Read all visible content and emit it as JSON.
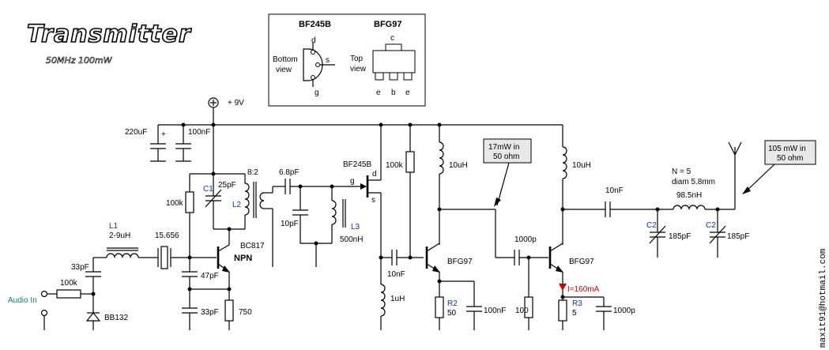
{
  "title": "Transmitter",
  "subtitle": "50MHz 100mW",
  "email": "maxit91@hotmail.com",
  "supply": "+ 9V",
  "pinout": {
    "bf245b": {
      "name": "BF245B",
      "pins": [
        "d",
        "s",
        "g"
      ],
      "view": [
        "Bottom",
        "view"
      ]
    },
    "bfg97": {
      "name": "BFG97",
      "pins": [
        "c",
        "e",
        "b",
        "e"
      ],
      "view": [
        "Top",
        "view"
      ]
    }
  },
  "components": {
    "c_220u": "220uF",
    "c_220u_plus": "+",
    "c_100n_top": "100nF",
    "r_100k_bias": "100k",
    "c1_label": "C1",
    "c1_value": "25pF",
    "l2_label": "L2",
    "transformer_ratio": "8:2",
    "c_6p8": "6.8pF",
    "c_10p": "10pF",
    "l3_label": "L3",
    "l3_value": "500nH",
    "fet_label": "BF245B",
    "fet_g": "g",
    "fet_d": "d",
    "fet_s": "s",
    "r_100k_mid": "100k",
    "l_10u_a": "10uH",
    "l_10u_b": "10uH",
    "c_10n_a": "10nF",
    "l_1u": "1uH",
    "q1_label": "BFG97",
    "q2_label": "BFG97",
    "r2_label": "R2",
    "r2_value": "50",
    "c_100n_r2": "100nF",
    "c_1000p_a": "1000p",
    "r_100_base": "100",
    "current": "I=160mA",
    "r3_label": "R3",
    "r3_value": "5",
    "c_1000p_b": "1000p",
    "c_10n_out": "10nF",
    "coil_note_1": "N = 5",
    "coil_note_2": "diam 5.8mm",
    "l_98n": "98.5nH",
    "c2a_label": "C2",
    "c2a_value": "185pF",
    "c2b_label": "C2",
    "c2b_value": "185pF",
    "l1_label": "L1",
    "l1_value": "2-9uH",
    "xtal": "15.656",
    "c_33p_a": "33pF",
    "r_100k_audio": "100k",
    "varicap": "BB132",
    "audio_in": "Audio In",
    "osc_label": "BC817",
    "osc_type": "NPN",
    "c_47p": "47pF",
    "c_33p_b": "33pF",
    "r_750": "750"
  },
  "callouts": {
    "mid": [
      "17mW in",
      "50 ohm"
    ],
    "out": [
      "105 mW in",
      "50 ohm"
    ]
  }
}
